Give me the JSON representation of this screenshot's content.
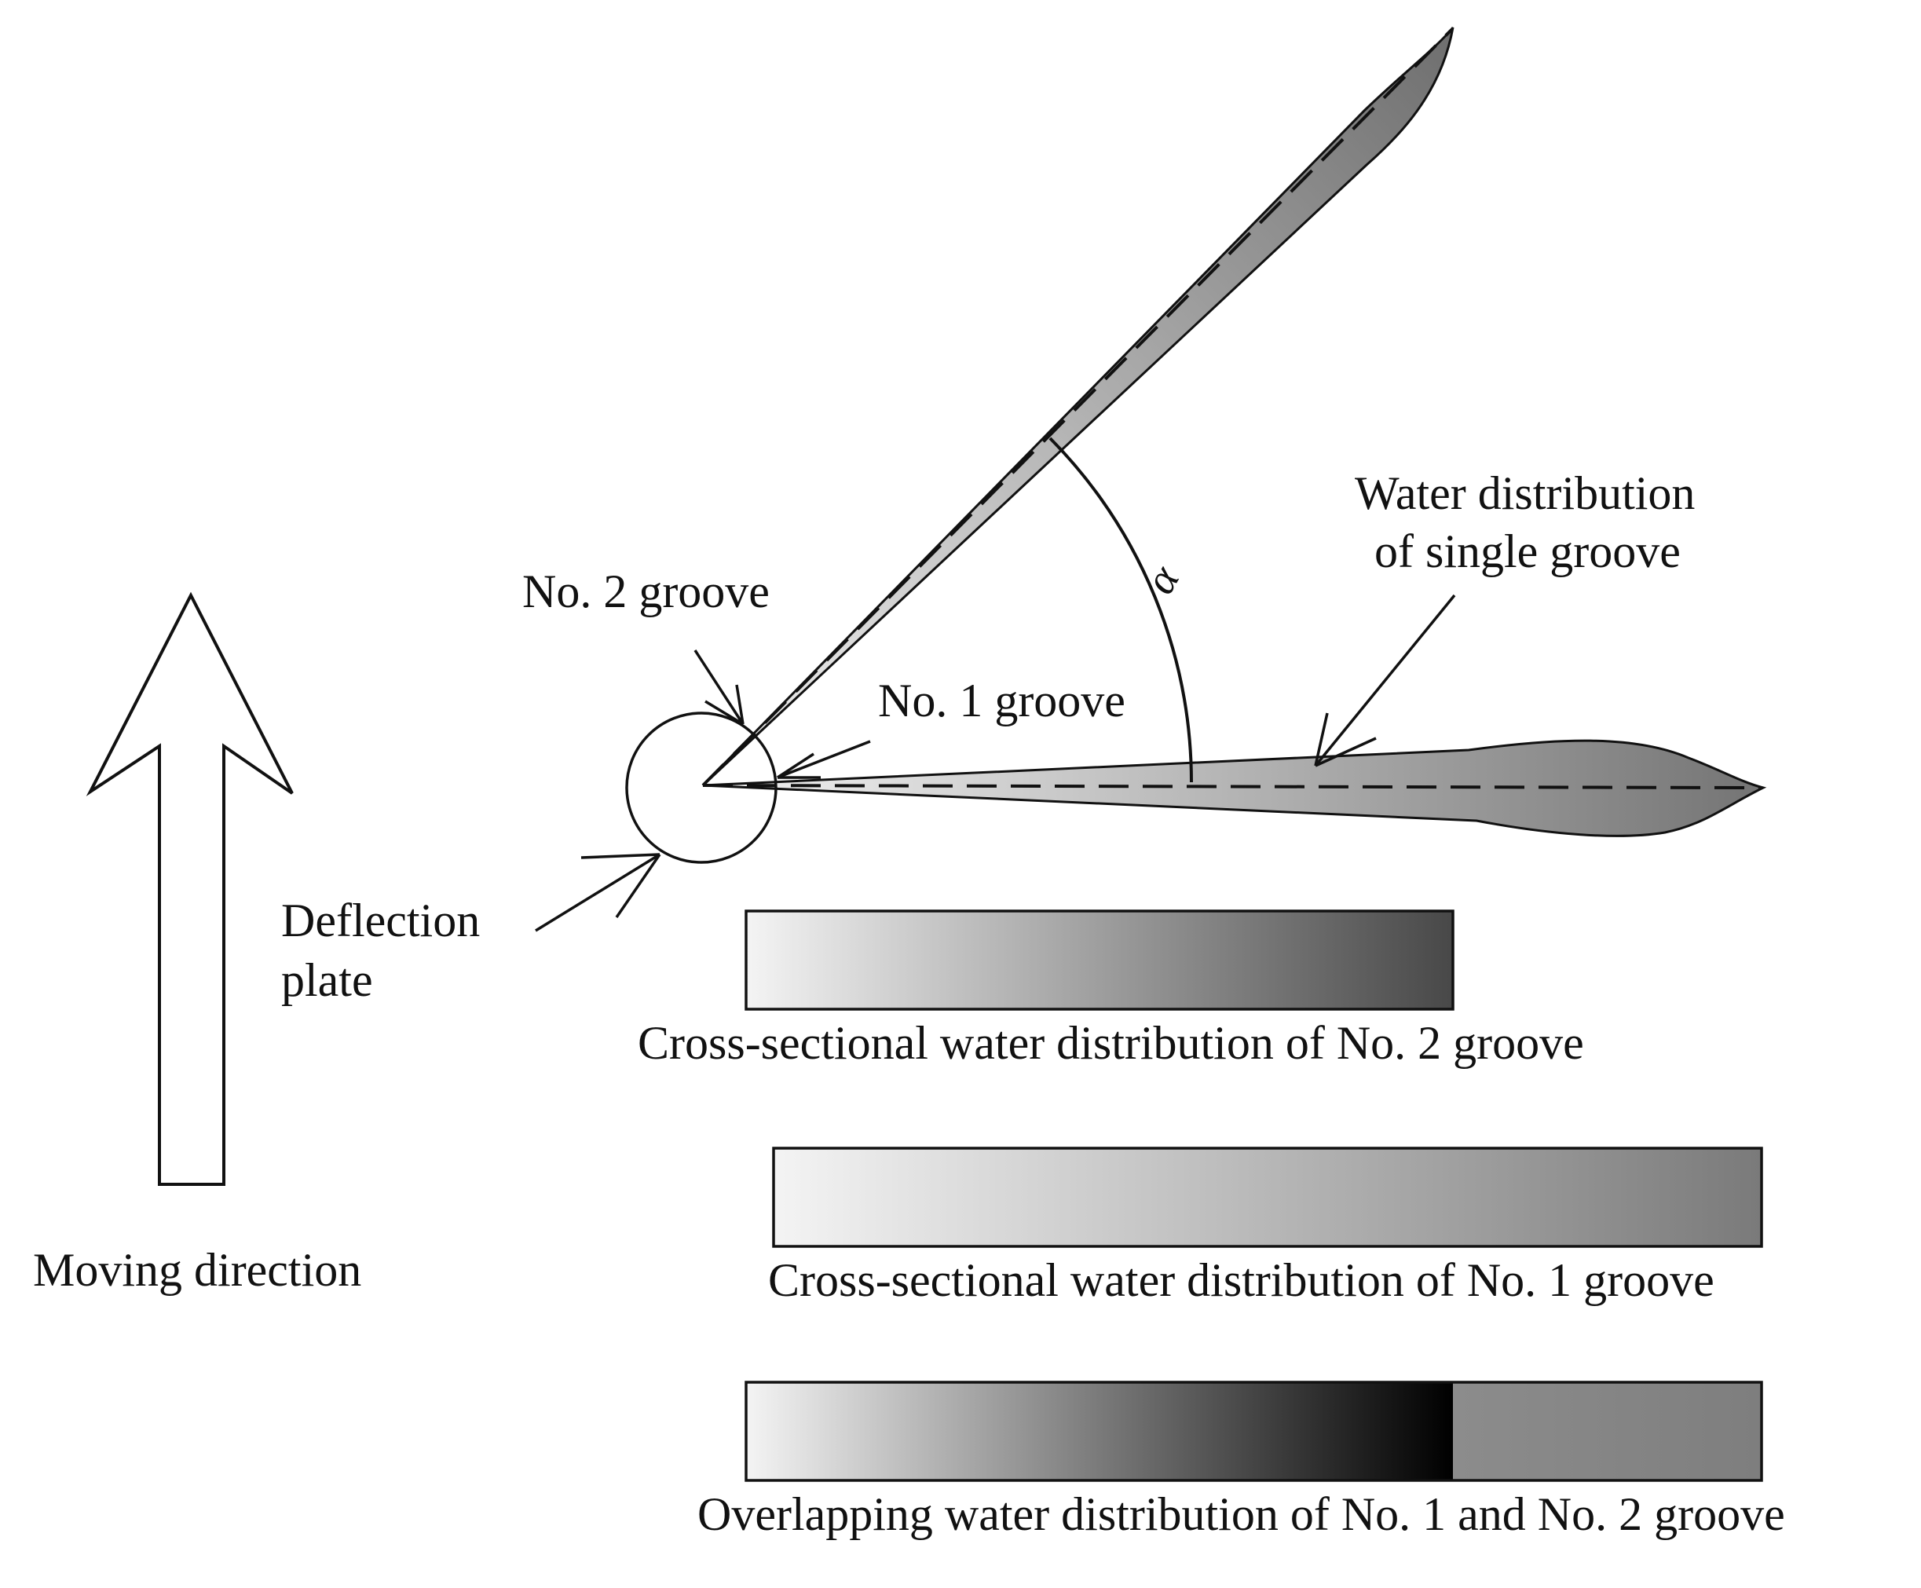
{
  "labels": {
    "moving_direction": "Moving direction",
    "deflection_plate_line1": "Deflection",
    "deflection_plate_line2": "plate",
    "groove_2": "No. 2 groove",
    "groove_1": "No. 1 groove",
    "water_single_line1": "Water distribution",
    "water_single_line2": "of single groove",
    "angle": "α",
    "cross_section_2": "Cross-sectional water distribution of No. 2 groove",
    "cross_section_1": "Cross-sectional water distribution of No. 1 groove",
    "overlapping": "Overlapping water distribution of No. 1 and No. 2 groove"
  },
  "colors": {
    "stroke": "#111111",
    "gradient_light": "#f4f4f4",
    "gradient_dark_no2": "#484848",
    "gradient_dark_no1": "#7a7a7a",
    "overlap_peak": "#000000",
    "overlap_tail": "#8a8a8a"
  }
}
